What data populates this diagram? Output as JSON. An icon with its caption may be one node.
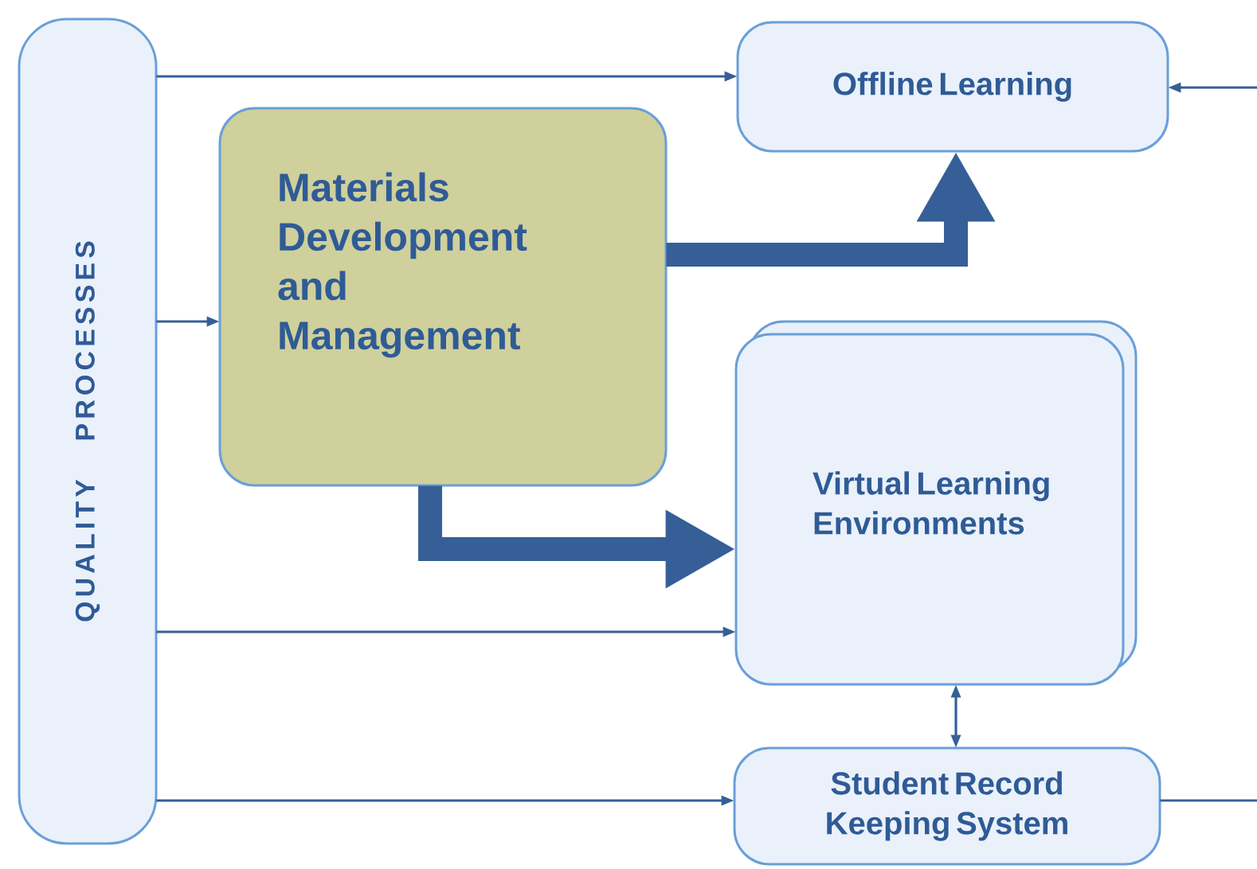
{
  "diagram": {
    "nodes": [
      {
        "text": [
          "QUALITY PROCESSES"
        ]
      },
      {
        "text": [
          "Offline Learning"
        ]
      },
      {
        "text": [
          "Materials Development and Management"
        ]
      },
      {
        "text": [
          "Virtual Learning Environments"
        ]
      },
      {
        "text": [
          "Student Record Keeping System"
        ]
      }
    ],
    "edges": [
      {
        "from": 0,
        "to": 1,
        "arrow": "to"
      },
      {
        "from": 0,
        "to": 2,
        "arrow": "to"
      },
      {
        "from": 0,
        "to": 3,
        "arrow": "to"
      },
      {
        "from": 0,
        "to": 4,
        "arrow": "to"
      },
      {
        "from": null,
        "to": 1,
        "arrow": "to"
      },
      {
        "from": 2,
        "to": 1,
        "arrow": "to",
        "style": "thick"
      },
      {
        "from": 2,
        "to": 3,
        "arrow": "to",
        "style": "thick"
      },
      {
        "from": 3,
        "to": 4,
        "arrow": "both"
      },
      {
        "from": 4,
        "to": null,
        "arrow": "none"
      }
    ]
  }
}
